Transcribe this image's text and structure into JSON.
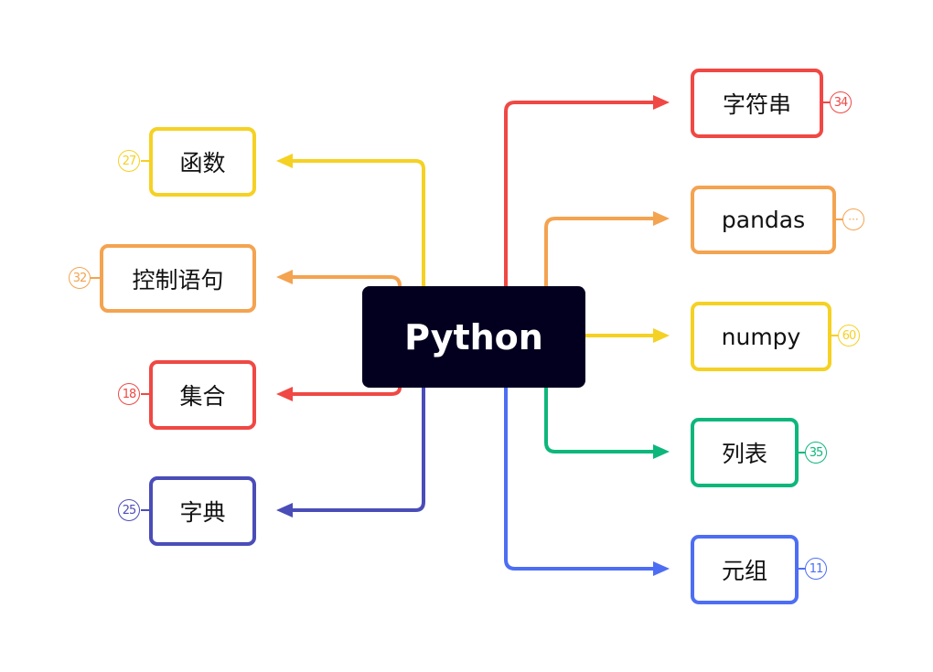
{
  "center": {
    "label": "Python"
  },
  "colors": {
    "yellow": "#f5d123",
    "orange": "#f4a350",
    "red": "#f04844",
    "indigo": "#4a4db8",
    "green": "#0db77b",
    "blue": "#4d6ef3",
    "center_bg": "#03001f"
  },
  "left_topics": [
    {
      "label": "函数",
      "badge": "27",
      "color": "yellow"
    },
    {
      "label": "控制语句",
      "badge": "32",
      "color": "orange"
    },
    {
      "label": "集合",
      "badge": "18",
      "color": "red"
    },
    {
      "label": "字典",
      "badge": "25",
      "color": "indigo"
    }
  ],
  "right_topics": [
    {
      "label": "字符串",
      "badge": "34",
      "color": "red"
    },
    {
      "label": "pandas",
      "badge": "···",
      "color": "orange"
    },
    {
      "label": "numpy",
      "badge": "60",
      "color": "yellow"
    },
    {
      "label": "列表",
      "badge": "35",
      "color": "green"
    },
    {
      "label": "元组",
      "badge": "11",
      "color": "blue"
    }
  ]
}
